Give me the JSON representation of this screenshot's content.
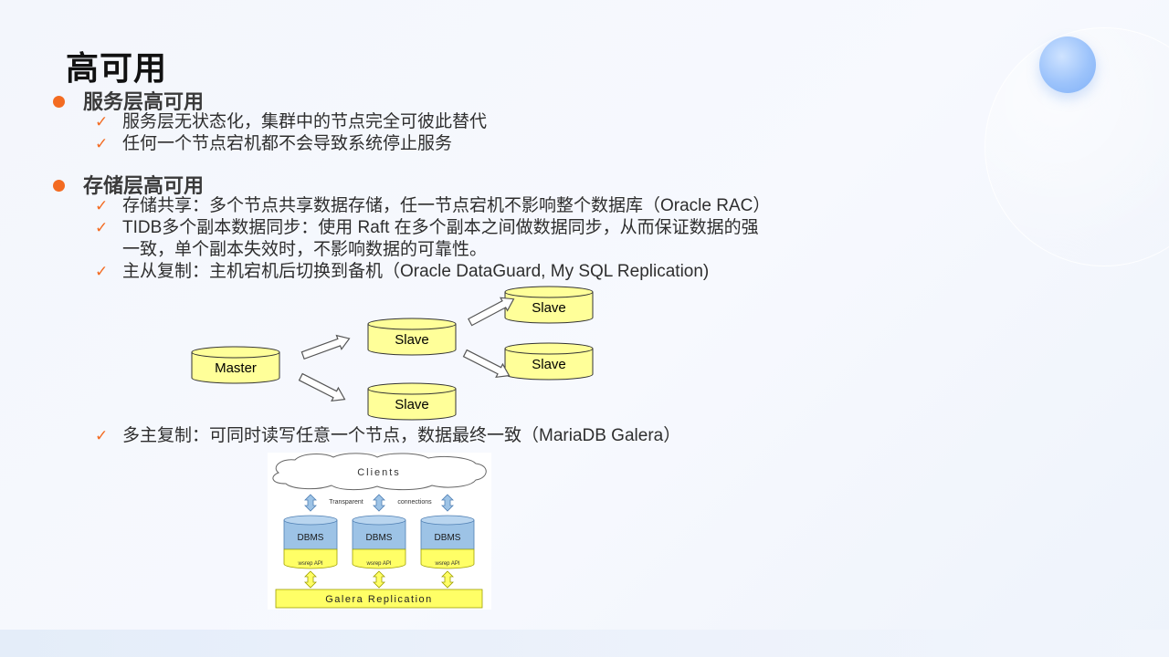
{
  "title": "高可用",
  "sections": [
    {
      "heading": "服务层高可用",
      "items": [
        "服务层无状态化，集群中的节点完全可彼此替代",
        "任何一个节点宕机都不会导致系统停止服务"
      ]
    },
    {
      "heading": "存储层高可用",
      "items": [
        "存储共享：多个节点共享数据存储，任一节点宕机不影响整个数据库（Oracle RAC）",
        "TIDB多个副本数据同步：使用 Raft 在多个副本之间做数据同步，从而保证数据的强",
        "一致，单个副本失效时，不影响数据的可靠性。",
        "主从复制：主机宕机后切换到备机（Oracle DataGuard, My SQL Replication)",
        "多主复制：可同时读写任意一个节点，数据最终一致（MariaDB Galera）"
      ]
    }
  ],
  "replication_diagram": {
    "master": "Master",
    "slave": "Slave"
  },
  "galera_diagram": {
    "clients": "Clients",
    "transparent": "Transparent",
    "connections": "connections",
    "dbms": "DBMS",
    "wsrep": "wsrep API",
    "replication": "Galera Replication"
  },
  "colors": {
    "accent": "#f36b21",
    "cylinder_yellow": "#ffff99",
    "dbms_blue": "#9dc3e6"
  }
}
